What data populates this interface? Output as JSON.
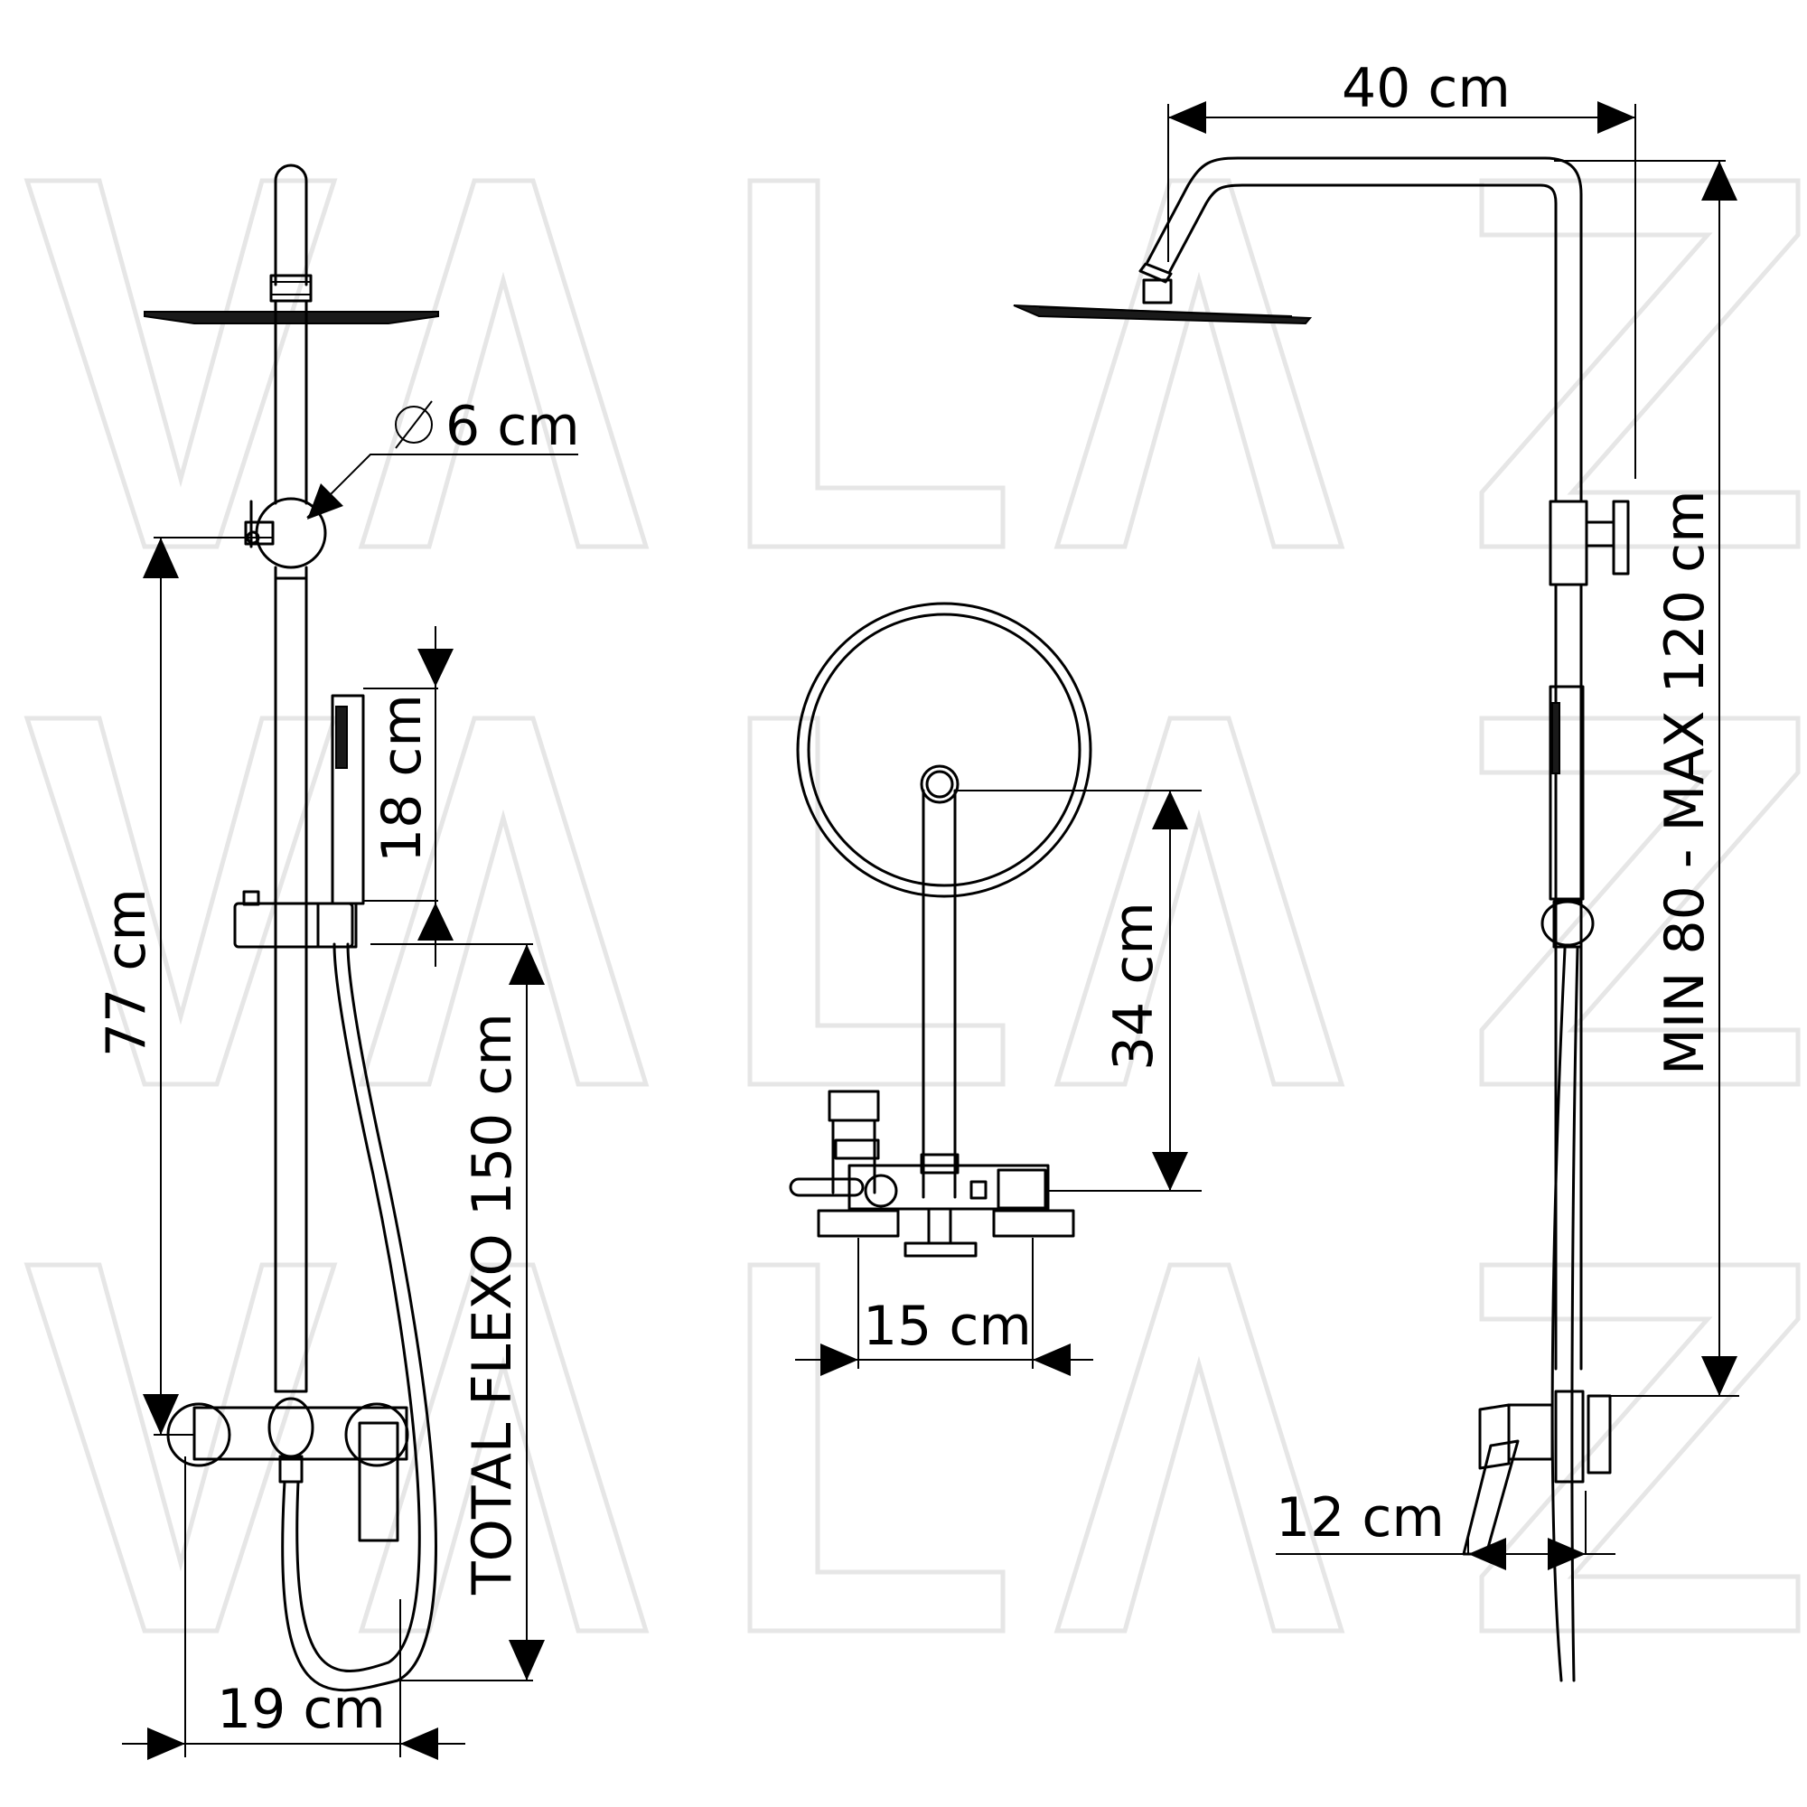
{
  "watermark": {
    "text": "VALAZ"
  },
  "dimensions": {
    "head_diameter": "6 cm",
    "hand_shower": "18 cm",
    "bar_height": "77 cm",
    "hose_length": "TOTAL FLEXO 150 cm",
    "mixer_width": "19 cm",
    "spout_height": "34 cm",
    "center_spacing": "15 cm",
    "arm_length": "40 cm",
    "column_range": "MIN 80 - MAX 120 cm",
    "wall_offset": "12 cm"
  },
  "symbols": {
    "diameter": "ø"
  }
}
